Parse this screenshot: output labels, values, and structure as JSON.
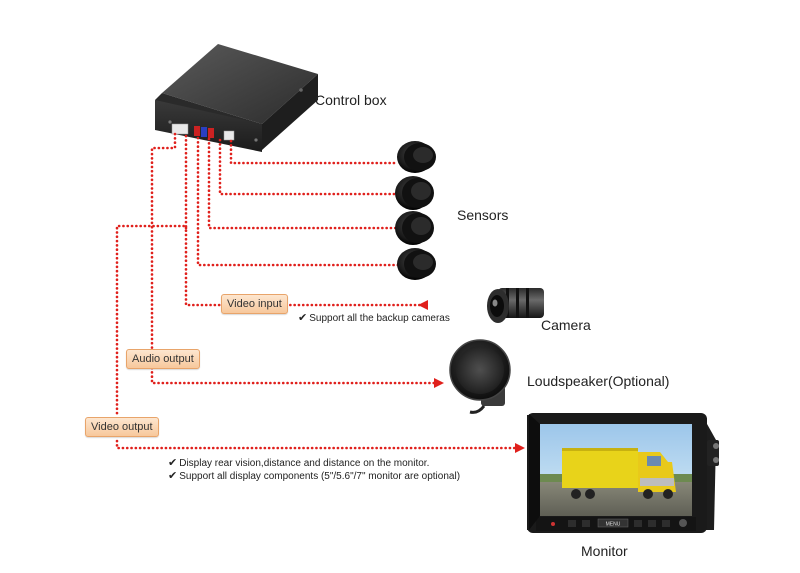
{
  "components": {
    "control_box": "Control box",
    "sensors": "Sensors",
    "camera": "Camera",
    "loudspeaker": "Loudspeaker(Optional)",
    "monitor": "Monitor"
  },
  "tags": {
    "video_input": "Video input",
    "audio_output": "Audio output",
    "video_output": "Video output"
  },
  "notes": {
    "camera_note": "Support all the backup cameras",
    "monitor_note_1": "Display rear vision,distance and distance on the monitor.",
    "monitor_note_2": "Support all display components (5\"/5.6\"/7\" monitor are optional)"
  },
  "monitor_screen": {
    "button_label": "MENU"
  },
  "colors": {
    "wire": "#e0201c",
    "tag_border": "#e8a46a"
  }
}
